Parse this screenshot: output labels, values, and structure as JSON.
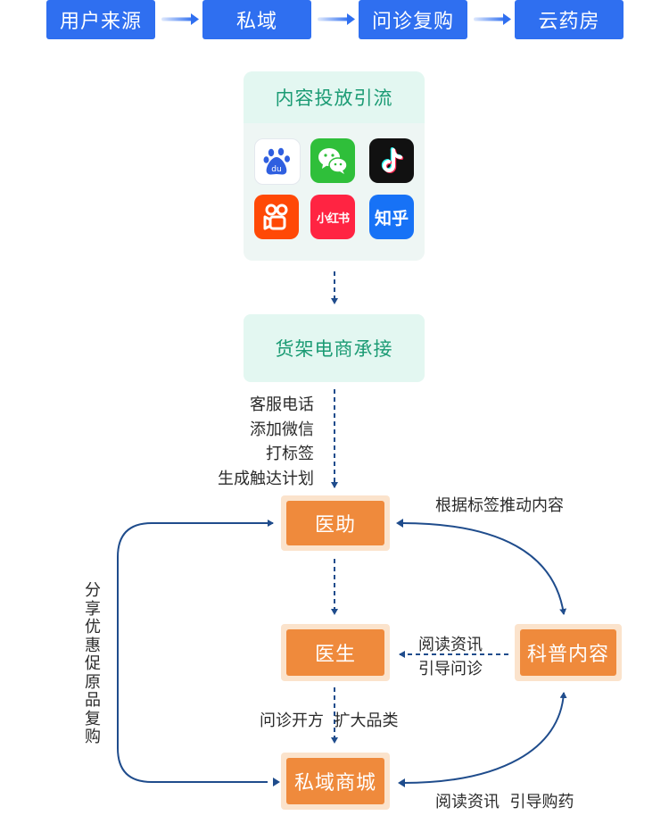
{
  "pipeline": {
    "steps": [
      "用户来源",
      "私域",
      "问诊复购",
      "云药房"
    ]
  },
  "channels": {
    "title": "内容投放引流",
    "apps": [
      {
        "name": "baidu-icon",
        "text": "du"
      },
      {
        "name": "wechat-icon",
        "text": ""
      },
      {
        "name": "douyin-icon",
        "text": ""
      },
      {
        "name": "kuaishou-icon",
        "text": ""
      },
      {
        "name": "xiaohongshu-icon",
        "text": "小红书"
      },
      {
        "name": "zhihu-icon",
        "text": "知乎"
      }
    ]
  },
  "shelf": {
    "title": "货架电商承接"
  },
  "shelf_actions": [
    "客服电话",
    "添加微信",
    "打标签",
    "生成触达计划"
  ],
  "nodes": {
    "assistant": "医助",
    "doctor": "医生",
    "science": "科普内容",
    "mall": "私域商城"
  },
  "edge_labels": {
    "push_content": "根据标签推动内容",
    "read_guide_line1": "阅读资讯",
    "read_guide_line2": "引导问诊",
    "prescribe": "问诊开方  扩大品类",
    "read_buy": "阅读资讯  引导购药",
    "share": "分享优惠促原品复购"
  },
  "colors": {
    "pipeline_blue": "#2f6ff0",
    "mint_text": "#1b9b74",
    "mint_bg": "#e3f7f1",
    "node_orange": "#ef8a3c",
    "node_halo": "#fbe3cc",
    "arrow_navy": "#1f4c8c"
  }
}
